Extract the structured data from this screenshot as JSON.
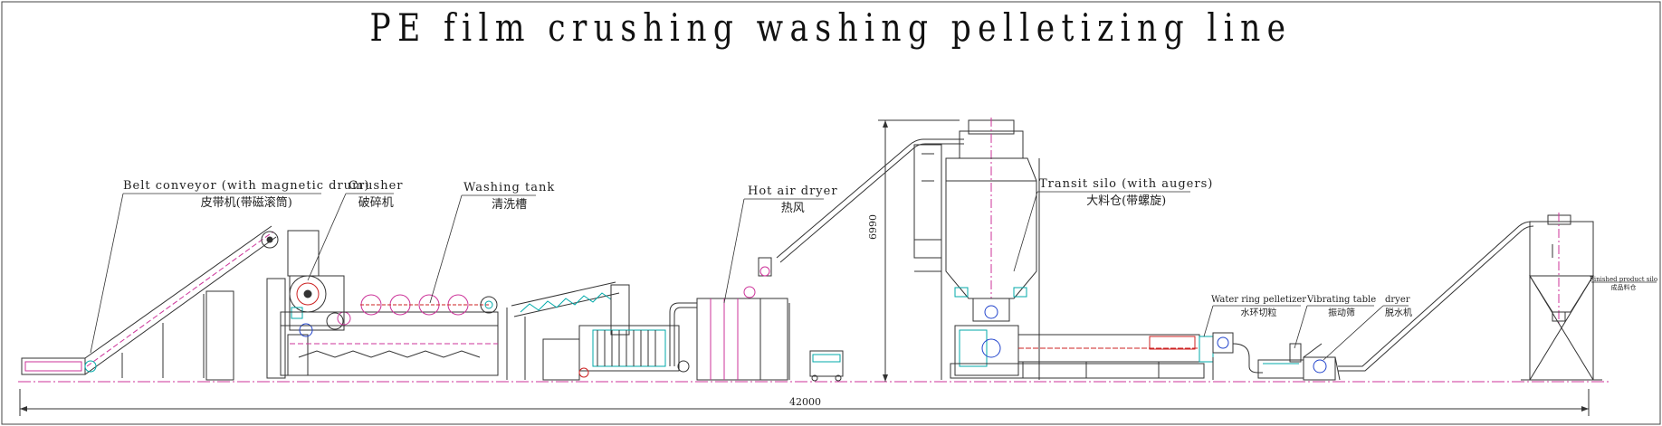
{
  "title": "PE film crushing washing pelletizing line",
  "labels": {
    "belt_conveyor": {
      "en": "Belt conveyor (with magnetic drum)",
      "zh": "皮带机(带磁滚筒)"
    },
    "crusher": {
      "en": "Crusher",
      "zh": "破碎机"
    },
    "washing_tank": {
      "en": "Washing tank",
      "zh": "清洗槽"
    },
    "hot_air_dryer": {
      "en": "Hot air dryer",
      "zh": "热风"
    },
    "transit_silo": {
      "en": "Transit silo (with augers)",
      "zh": "大料仓(带螺旋)"
    },
    "water_ring": {
      "en": "Water ring pelletizer",
      "zh": "水环切粒"
    },
    "vibrating_table": {
      "en": "Vibrating table",
      "zh": "振动筛"
    },
    "dryer": {
      "en": "dryer",
      "zh": "脱水机"
    },
    "finished_silo": {
      "en": "Finished product silo",
      "zh": "成品料仓"
    }
  },
  "dimensions": {
    "length": "42000",
    "height": "6990"
  },
  "colors": {
    "line": "#333333",
    "magenta": "#cc3399",
    "cyan": "#00aaaa",
    "red": "#cc2222",
    "blue": "#2244cc"
  }
}
